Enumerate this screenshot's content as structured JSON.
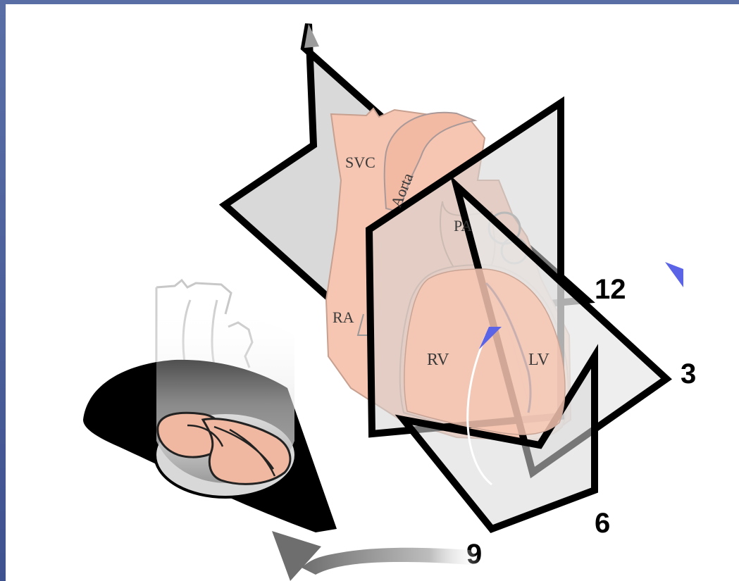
{
  "diagram": {
    "structure_labels": {
      "svc": "SVC",
      "aorta": "Aorta",
      "pa": "PA",
      "ra": "RA",
      "rv": "RV",
      "lv": "LV"
    },
    "clock_labels": {
      "twelve": "12",
      "three": "3",
      "six": "6",
      "nine": "9"
    },
    "colors": {
      "background_frame": "#4a5c98",
      "heart_fill": "#f6c6b2",
      "plane_fill": "#d9d9d9",
      "plane_stroke": "#000000",
      "indicator_arrow": "#5b63e6"
    }
  }
}
